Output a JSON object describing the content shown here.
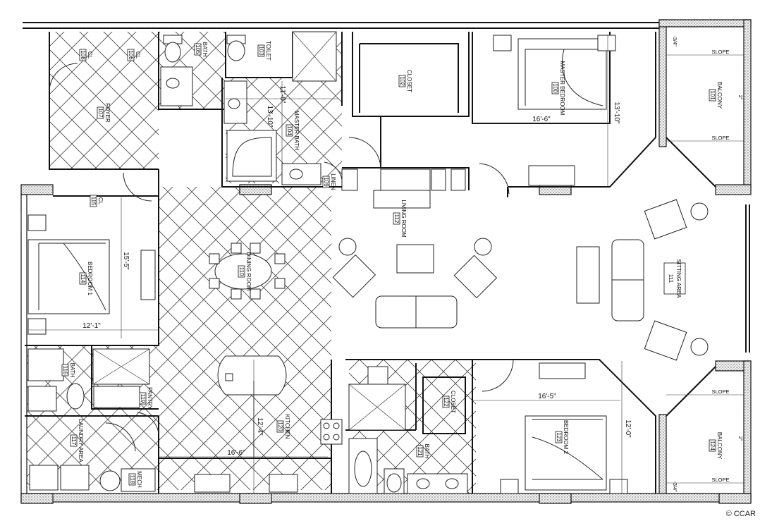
{
  "rooms": {
    "foyer": {
      "name": "FOYER",
      "num": "107"
    },
    "cl1": {
      "name": "CL",
      "num": "108"
    },
    "cl2": {
      "name": "CL",
      "num": "106"
    },
    "bath": {
      "name": "BATH",
      "num": "105"
    },
    "toilet": {
      "name": "TOILET",
      "num": "103"
    },
    "closet_master": {
      "name": "CLOSET",
      "num": "102"
    },
    "master_bed": {
      "name": "MASTER BEDROOM",
      "num": "100"
    },
    "master_bath": {
      "name": "MASTER BATH",
      "num": "104"
    },
    "linen": {
      "name": "LINEN",
      "num": "109"
    },
    "balcony1": {
      "name": "BALCONY",
      "num": "101"
    },
    "cl3": {
      "name": "CL",
      "num": "115"
    },
    "bedroom1": {
      "name": "BEDROOM 1",
      "num": "114"
    },
    "dining": {
      "name": "DINING ROOM",
      "num": "110"
    },
    "living": {
      "name": "LIVING ROOM",
      "num": "112"
    },
    "sitting": {
      "name": "SITTING AREA",
      "num": "111"
    },
    "bath2": {
      "name": "BATH",
      "num": "116"
    },
    "pantry": {
      "name": "PANTRY",
      "num": "119"
    },
    "laundry": {
      "name": "LAUNDRY AREA",
      "num": "117"
    },
    "kitchen": {
      "name": "KITCHEN",
      "num": "120"
    },
    "closet2": {
      "name": "CLOSET",
      "num": "122"
    },
    "bath3": {
      "name": "BATH",
      "num": "121"
    },
    "bedroom2": {
      "name": "BEDROOM 2",
      "num": "123"
    },
    "balcony2": {
      "name": "BALCONY",
      "num": "124"
    },
    "mech": {
      "name": "MECH",
      "num": "118"
    }
  },
  "dimensions": {
    "master_bath_w": "11'-0\"",
    "master_bath_h": "13'-10\"",
    "master_bed_w": "16'-6\"",
    "master_bed_h": "13'-10\"",
    "bedroom1_h": "15'-5\"",
    "bedroom1_w": "12'-1\"",
    "bedroom2_w": "16'-5\"",
    "bedroom2_h": "12'-0\"",
    "kitchen_w": "16'-6\"",
    "kitchen_h": "12'-4\""
  },
  "balcony_notes": {
    "slope": "SLOPE",
    "drop": "-3/4\"",
    "pitch": "2\""
  },
  "watermark": "© CCAR"
}
